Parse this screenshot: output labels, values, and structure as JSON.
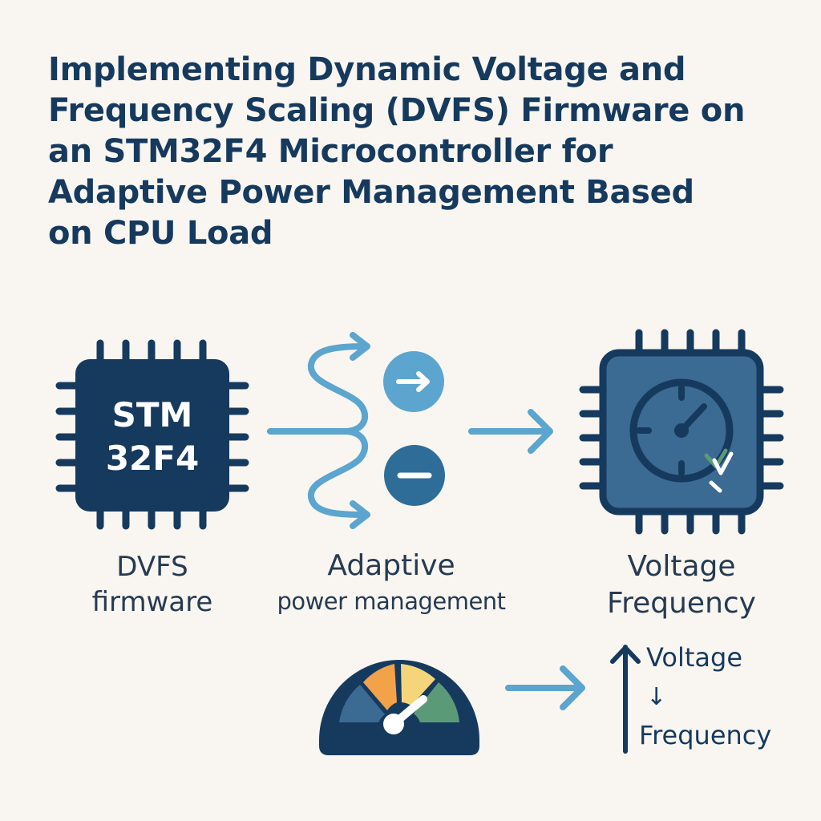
{
  "title_lines": [
    "Implementing Dynamic Voltage and",
    "Frequency Scaling (DVFS) Firmware on",
    "an STM32F4 Microcontroller for",
    "Adaptive Power Management Based",
    "on CPU Load"
  ],
  "chip": {
    "line1": "STM",
    "line2": "32F4"
  },
  "labels": {
    "firmware": [
      "DVFS",
      "firmware"
    ],
    "adaptive": [
      "Adaptive",
      "power management"
    ],
    "output": [
      "Voltage",
      "Frequency"
    ]
  },
  "scaling": {
    "voltage": "Voltage",
    "down_arrow": "↓",
    "frequency": "Frequency"
  },
  "colors": {
    "background": "#f9f6f1",
    "navy": "#163a5e",
    "light_blue": "#5ba5cf",
    "mid_blue": "#2f6d99",
    "gauge_orange": "#f2a34a",
    "gauge_yellow": "#f5d57a",
    "gauge_green": "#5b9a77"
  }
}
